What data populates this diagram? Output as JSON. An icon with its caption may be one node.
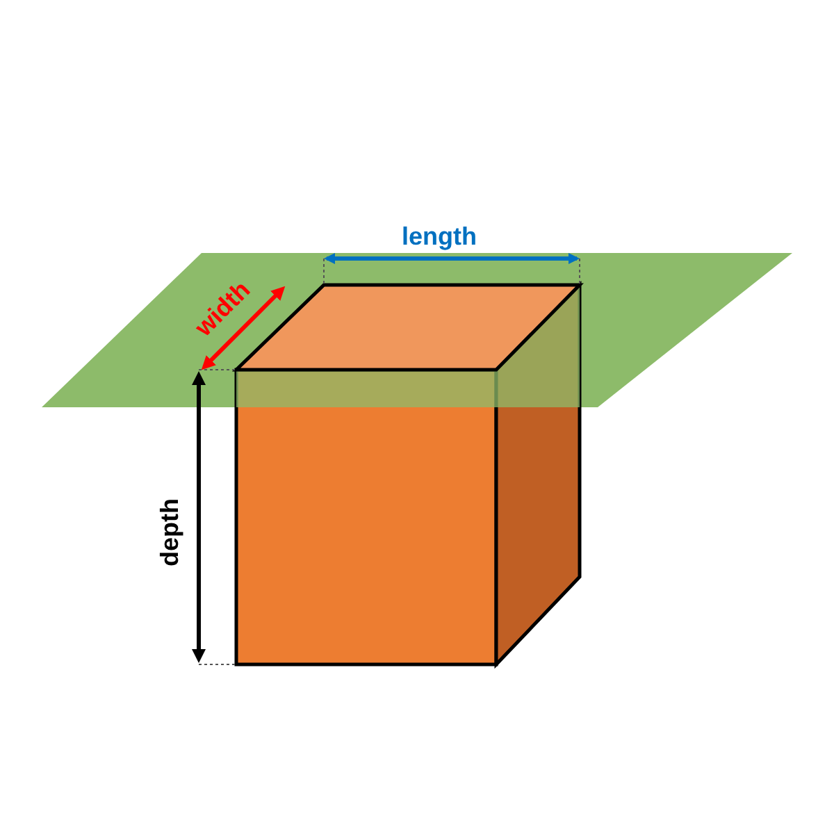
{
  "diagram": {
    "labels": [
      "length",
      "width",
      "depth"
    ]
  }
}
